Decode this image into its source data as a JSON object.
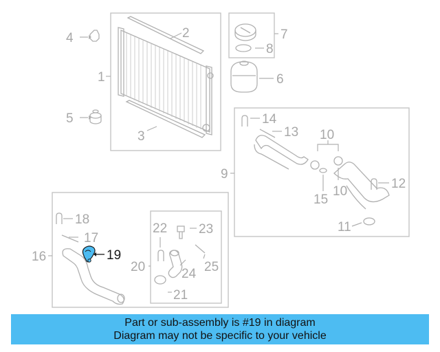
{
  "callouts": {
    "c1": "1",
    "c2": "2",
    "c3": "3",
    "c4": "4",
    "c5": "5",
    "c6": "6",
    "c7": "7",
    "c8": "8",
    "c9": "9",
    "c10a": "10",
    "c10b": "10",
    "c11": "11",
    "c12": "12",
    "c13": "13",
    "c14": "14",
    "c15": "15",
    "c16": "16",
    "c17": "17",
    "c18": "18",
    "c19": "19",
    "c20": "20",
    "c21": "21",
    "c22": "22",
    "c23": "23",
    "c24": "24",
    "c25": "25"
  },
  "highlight_color": "#4dbcf2",
  "banner": {
    "line1": "Part or sub-assembly is #19 in diagram",
    "line2": "Diagram may not be specific to your vehicle"
  }
}
